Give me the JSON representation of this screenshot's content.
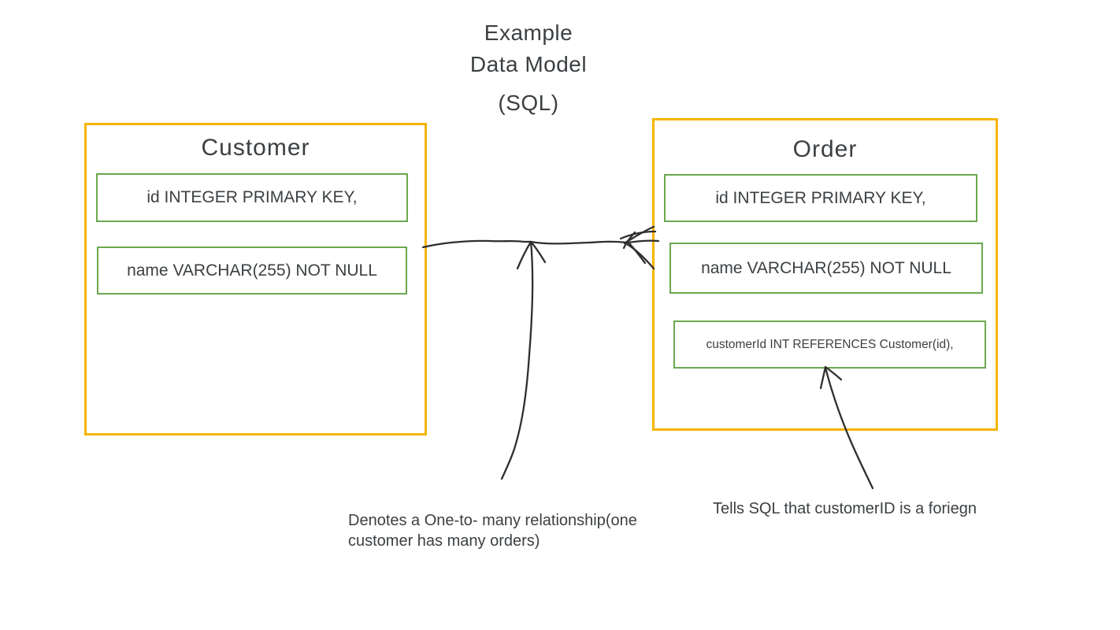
{
  "title": {
    "line1": "Example",
    "line2": "Data Model",
    "line3": "(SQL)"
  },
  "entities": [
    {
      "name": "Customer",
      "fields": [
        "id INTEGER PRIMARY KEY,",
        "name VARCHAR(255) NOT NULL"
      ]
    },
    {
      "name": "Order",
      "fields": [
        "id INTEGER PRIMARY KEY,",
        "name VARCHAR(255) NOT NULL",
        "customerId INT REFERENCES Customer(id),"
      ]
    }
  ],
  "relationship": {
    "type": "one-to-many",
    "from": "Customer",
    "to": "Order",
    "marker": "crow-foot-many"
  },
  "annotations": {
    "relationship_note": {
      "lines": [
        "Denotes a One-to- many relationship(one",
        "customer has many orders)"
      ]
    },
    "foreign_key_note": {
      "text": "Tells SQL that customerID is a foriegn"
    }
  },
  "colors": {
    "entity_border": "#F5B400",
    "field_border": "#6AA84F",
    "text": "#3C4043",
    "sketch_stroke": "#2F2F2F",
    "background": "#FFFFFF"
  }
}
